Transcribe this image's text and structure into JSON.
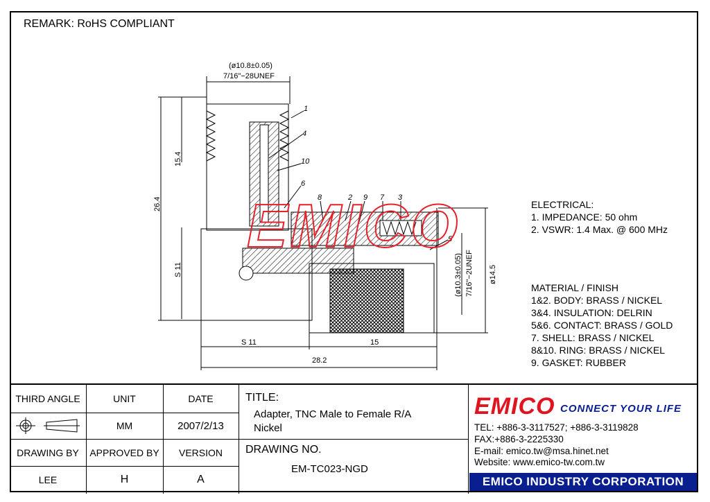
{
  "remark": "REMARK: RoHS COMPLIANT",
  "dimensions": {
    "top_dia": "(ø10.8±0.05)",
    "top_thread": "7/16\"−28UNEF",
    "side_15_4": "15.4",
    "side_26_4": "26.4",
    "side_s11": "S 11",
    "bottom_s11": "S 11",
    "bottom_15": "15",
    "bottom_28_2": "28.2",
    "right_dia": "(ø10.3±0.05)",
    "right_thread": "7/16\"−2UNEF",
    "right_14_5": "ø14.5"
  },
  "callouts": [
    "1",
    "4",
    "10",
    "6",
    "8",
    "2",
    "9",
    "7",
    "3",
    "5"
  ],
  "watermark": "EMICO",
  "electrical": {
    "heading": "ELECTRICAL:",
    "items": [
      "1. IMPEDANCE: 50 ohm",
      "2. VSWR: 1.4 Max. @ 600 MHz"
    ]
  },
  "material": {
    "heading": "MATERIAL / FINISH",
    "items": [
      "1&2. BODY: BRASS / NICKEL",
      "3&4. INSULATION: DELRIN",
      "5&6. CONTACT: BRASS / GOLD",
      "7. SHELL: BRASS / NICKEL",
      "8&10. RING: BRASS / NICKEL",
      "9. GASKET: RUBBER"
    ]
  },
  "title_block": {
    "third_angle": "THIRD ANGLE",
    "unit_label": "UNIT",
    "unit_value": "MM",
    "date_label": "DATE",
    "date_value": "2007/2/13",
    "drawing_by_label": "DRAWING BY",
    "drawing_by_value": "LEE",
    "approved_by_label": "APPROVED BY",
    "approved_by_value": "H",
    "version_label": "VERSION",
    "version_value": "A",
    "title_label": "TITLE:",
    "title_line1": "Adapter, TNC Male to Female R/A",
    "title_line2": "Nickel",
    "drawing_no_label": "DRAWING NO.",
    "drawing_no_value": "EM-TC023-NGD"
  },
  "company": {
    "logo": "EMICO",
    "slogan": "CONNECT YOUR LIFE",
    "tel": "TEL: +886-3-3117527; +886-3-3119828",
    "fax": "FAX:+886-3-2225330",
    "email": "E-mail: emico.tw@msa.hinet.net",
    "website": "Website: www.emico-tw.com.tw",
    "corporation": "EMICO INDUSTRY CORPORATION"
  },
  "colors": {
    "brand_red": "#e0141e",
    "brand_blue": "#0a1f8f",
    "watermark_red": "#e8202a"
  }
}
